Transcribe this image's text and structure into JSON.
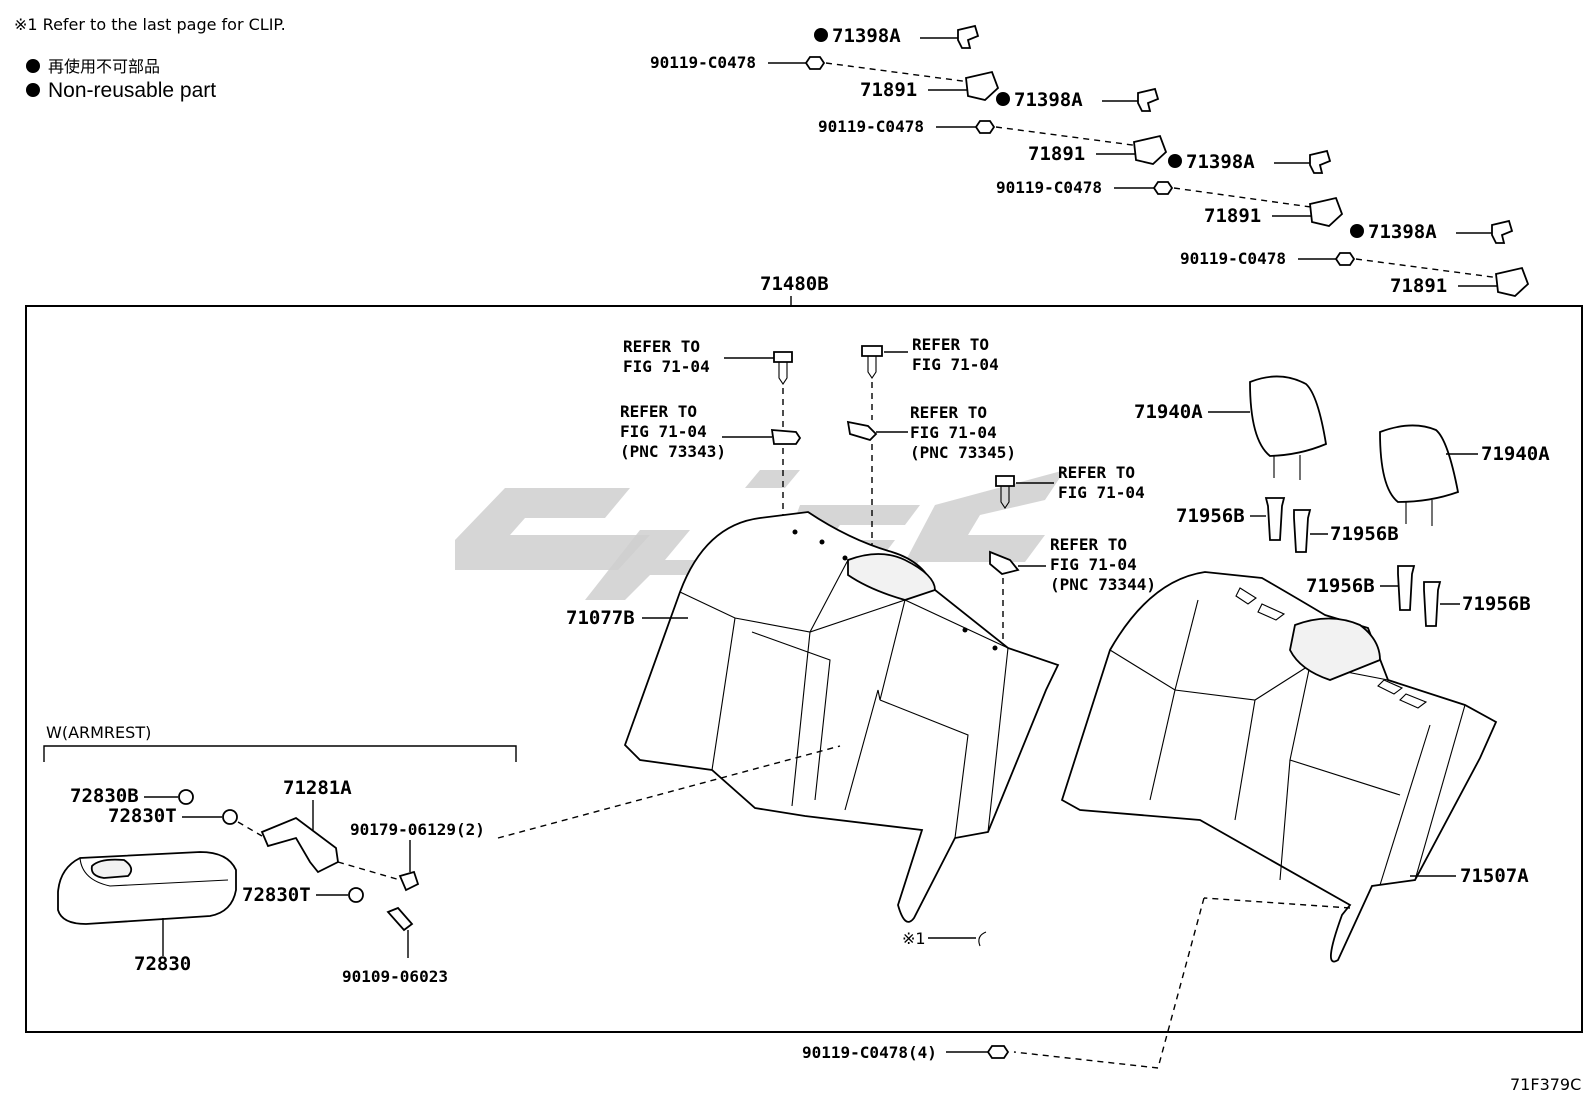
{
  "notes": {
    "clip_note": "※1  Refer to the last page for CLIP.",
    "legend_jp": "再使用不可部品",
    "legend_en": "Non-reusable part"
  },
  "labels": {
    "clip_group_1": {
      "clip": "71398A",
      "bolt": "90119-C0478",
      "bracket": "71891"
    },
    "clip_group_2": {
      "clip": "71398A",
      "bolt": "90119-C0478",
      "bracket": "71891"
    },
    "clip_group_3": {
      "clip": "71398A",
      "bolt": "90119-C0478",
      "bracket": "71891"
    },
    "clip_group_4": {
      "clip": "71398A",
      "bolt": "90119-C0478",
      "bracket": "71891"
    },
    "assembly": "71480B",
    "refer_screw_left": [
      "REFER TO",
      "FIG 71-04"
    ],
    "refer_clip_left": [
      "REFER TO",
      "FIG 71-04",
      "(PNC 73343)"
    ],
    "refer_screw_mid": [
      "REFER TO",
      "FIG 71-04"
    ],
    "refer_clip_mid": [
      "REFER TO",
      "FIG 71-04",
      "(PNC 73345)"
    ],
    "refer_screw_right": [
      "REFER TO",
      "FIG 71-04"
    ],
    "refer_clip_right": [
      "REFER TO",
      "FIG 71-04",
      "(PNC 73344)"
    ],
    "headrest_left": "71940A",
    "headrest_right": "71940A",
    "guide_1": "71956B",
    "guide_2": "71956B",
    "guide_3": "71956B",
    "guide_4": "71956B",
    "seatback_left": "71077B",
    "seatback_right": "71507A",
    "clip_ref_mark": "※1",
    "armrest_header": "W(ARMREST)",
    "armrest_cap_b": "72830B",
    "armrest_cap_t1": "72830T",
    "armrest_hinge": "71281A",
    "armrest_screw": "90179-06129(2)",
    "armrest_cap_t2": "72830T",
    "armrest": "72830",
    "armrest_bolt": "90109-06023",
    "bottom_bolt": "90119-C0478(4)",
    "figure_code": "71F379C"
  }
}
